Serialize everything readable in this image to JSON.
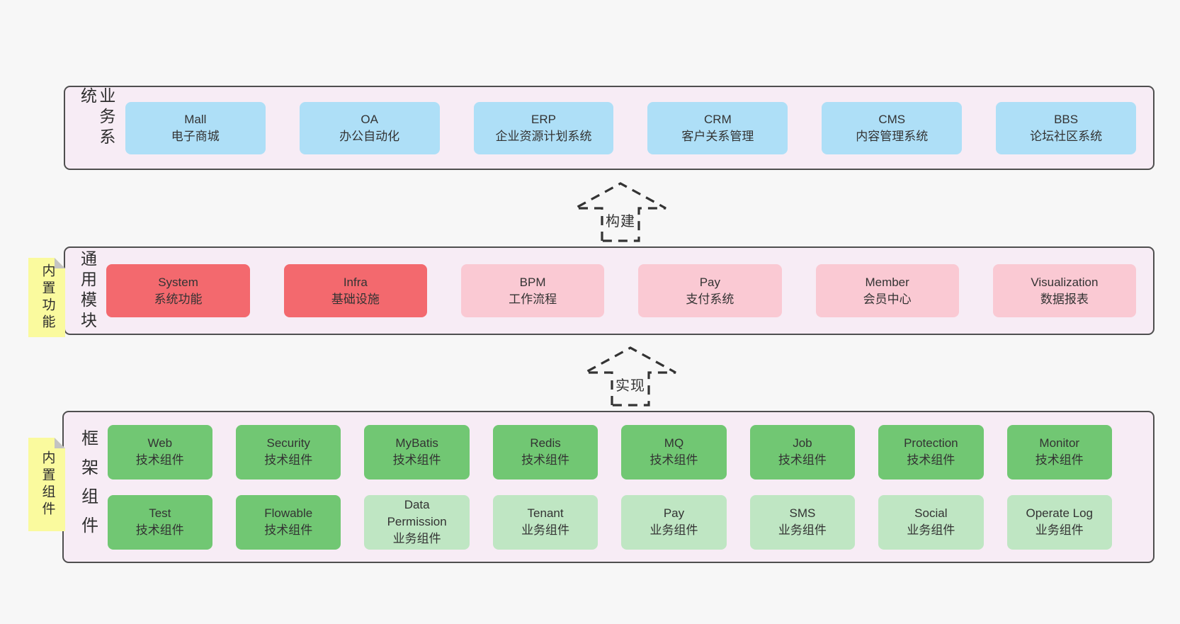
{
  "colors": {
    "page_bg": "#f7f7f7",
    "panel_bg": "#f7ecf5",
    "panel_border": "#4f4f4f",
    "business_box_blue": "#aedff7",
    "module_box_red": "#f3696e",
    "module_box_pink": "#fac9d3",
    "tech_component_green": "#71c773",
    "biz_component_green_light": "#bfe6c3",
    "sticky_yellow": "#fafa9e",
    "sticky_fold_gray": "#c3c3c3",
    "text": "#333333"
  },
  "arrows": [
    {
      "label": "构建"
    },
    {
      "label": "实现"
    }
  ],
  "layers": [
    {
      "side_label": "业务系统",
      "boxes": [
        {
          "title": "Mall",
          "subtitle": "电子商城",
          "variant": "blue"
        },
        {
          "title": "OA",
          "subtitle": "办公自动化",
          "variant": "blue"
        },
        {
          "title": "ERP",
          "subtitle": "企业资源计划系统",
          "variant": "blue"
        },
        {
          "title": "CRM",
          "subtitle": "客户关系管理",
          "variant": "blue"
        },
        {
          "title": "CMS",
          "subtitle": "内容管理系统",
          "variant": "blue"
        },
        {
          "title": "BBS",
          "subtitle": "论坛社区系统",
          "variant": "blue"
        }
      ]
    },
    {
      "side_label": "通用模块",
      "sticky": "内置功能",
      "boxes": [
        {
          "title": "System",
          "subtitle": "系统功能",
          "variant": "red"
        },
        {
          "title": "Infra",
          "subtitle": "基础设施",
          "variant": "red"
        },
        {
          "title": "BPM",
          "subtitle": "工作流程",
          "variant": "pink"
        },
        {
          "title": "Pay",
          "subtitle": "支付系统",
          "variant": "pink"
        },
        {
          "title": "Member",
          "subtitle": "会员中心",
          "variant": "pink"
        },
        {
          "title": "Visualization",
          "subtitle": "数据报表",
          "variant": "pink"
        }
      ]
    },
    {
      "side_label": "框架组件",
      "sticky": "内置组件",
      "rows": [
        [
          {
            "title": "Web",
            "subtitle": "技术组件",
            "variant": "green"
          },
          {
            "title": "Security",
            "subtitle": "技术组件",
            "variant": "green"
          },
          {
            "title": "MyBatis",
            "subtitle": "技术组件",
            "variant": "green"
          },
          {
            "title": "Redis",
            "subtitle": "技术组件",
            "variant": "green"
          },
          {
            "title": "MQ",
            "subtitle": "技术组件",
            "variant": "green"
          },
          {
            "title": "Job",
            "subtitle": "技术组件",
            "variant": "green"
          },
          {
            "title": "Protection",
            "subtitle": "技术组件",
            "variant": "green"
          },
          {
            "title": "Monitor",
            "subtitle": "技术组件",
            "variant": "green"
          }
        ],
        [
          {
            "title": "Test",
            "subtitle": "技术组件",
            "variant": "green"
          },
          {
            "title": "Flowable",
            "subtitle": "技术组件",
            "variant": "green"
          },
          {
            "title": "Data Permission",
            "subtitle": "业务组件",
            "variant": "green-light"
          },
          {
            "title": "Tenant",
            "subtitle": "业务组件",
            "variant": "green-light"
          },
          {
            "title": "Pay",
            "subtitle": "业务组件",
            "variant": "green-light"
          },
          {
            "title": "SMS",
            "subtitle": "业务组件",
            "variant": "green-light"
          },
          {
            "title": "Social",
            "subtitle": "业务组件",
            "variant": "green-light"
          },
          {
            "title": "Operate Log",
            "subtitle": "业务组件",
            "variant": "green-light"
          }
        ]
      ]
    }
  ]
}
